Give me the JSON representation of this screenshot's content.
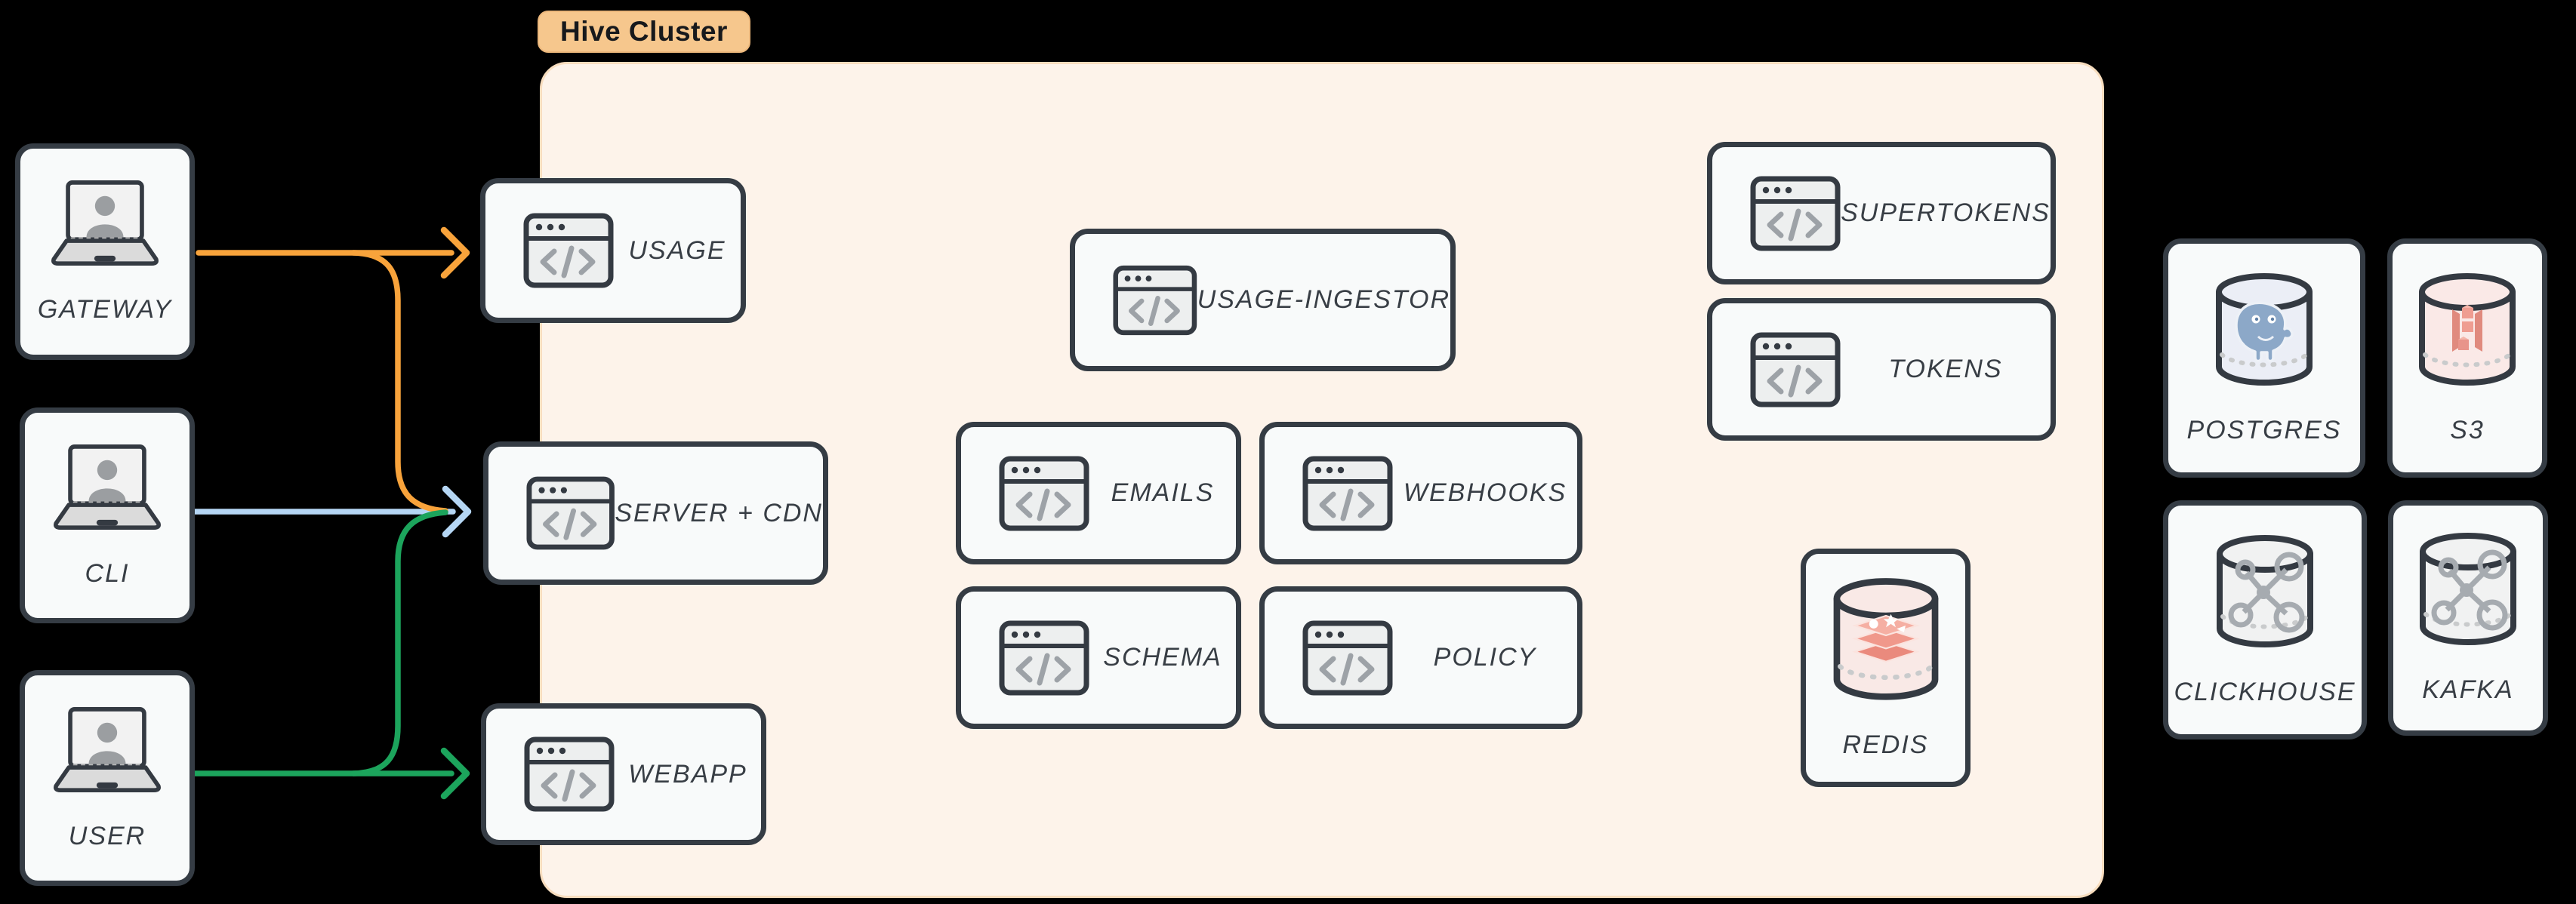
{
  "cluster": {
    "label": "Hive Cluster"
  },
  "actors": [
    {
      "id": "gateway",
      "label": "GATEWAY"
    },
    {
      "id": "cli",
      "label": "CLI"
    },
    {
      "id": "user",
      "label": "USER"
    }
  ],
  "services": [
    {
      "id": "usage",
      "label": "USAGE"
    },
    {
      "id": "server-cdn",
      "label": "SERVER + CDN"
    },
    {
      "id": "webapp",
      "label": "WEBAPP"
    },
    {
      "id": "usage-ingestor",
      "label": "USAGE-INGESTOR"
    },
    {
      "id": "emails",
      "label": "EMAILS"
    },
    {
      "id": "webhooks",
      "label": "WEBHOOKS"
    },
    {
      "id": "schema",
      "label": "SCHEMA"
    },
    {
      "id": "policy",
      "label": "POLICY"
    },
    {
      "id": "supertokens",
      "label": "SUPERTOKENS"
    },
    {
      "id": "tokens",
      "label": "TOKENS"
    }
  ],
  "datastores": [
    {
      "id": "redis",
      "label": "REDIS"
    },
    {
      "id": "postgres",
      "label": "POSTGRES"
    },
    {
      "id": "s3",
      "label": "S3"
    },
    {
      "id": "clickhouse",
      "label": "CLICKHOUSE"
    },
    {
      "id": "kafka",
      "label": "KAFKA"
    }
  ],
  "edges": [
    {
      "from": "GATEWAY",
      "to": "USAGE",
      "color": "#F8A33B"
    },
    {
      "from": "GATEWAY",
      "to": "SERVER + CDN",
      "color": "#F8A33B"
    },
    {
      "from": "CLI",
      "to": "SERVER + CDN",
      "color": "#B5D6F4"
    },
    {
      "from": "USER",
      "to": "WEBAPP",
      "color": "#1CA45C"
    },
    {
      "from": "USER",
      "to": "SERVER + CDN",
      "color": "#1CA45C"
    }
  ],
  "colors": {
    "background": "#000000",
    "cluster_fill": "#FDF3EA",
    "cluster_border": "#F8DDBE",
    "tag_fill": "#F6C78D",
    "node_fill": "#F8FAFA",
    "node_border": "#353C44",
    "label_text": "#383E45",
    "arrow_orange": "#F8A33B",
    "arrow_blue": "#B5D6F4",
    "arrow_green": "#1CA45C"
  }
}
